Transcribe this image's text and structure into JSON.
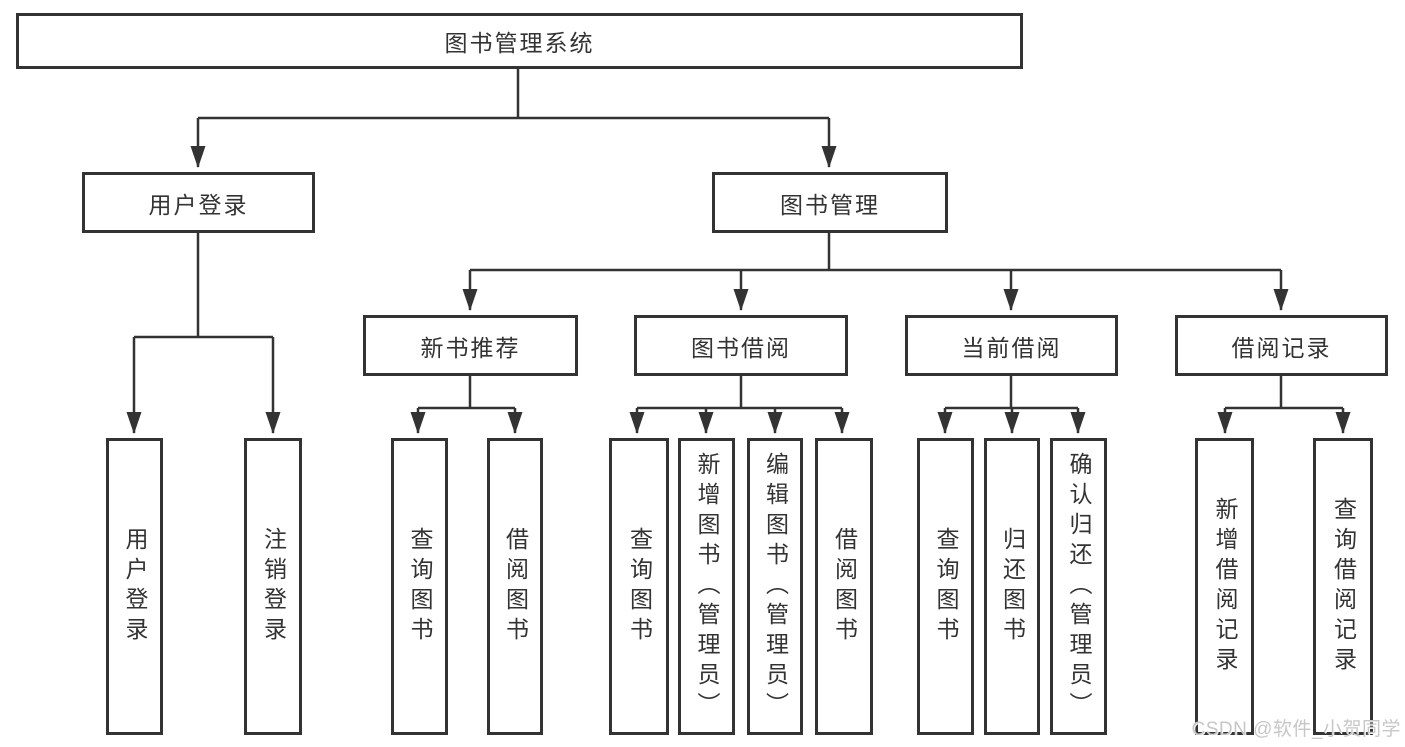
{
  "diagram": {
    "type": "hierarchy-tree",
    "tree": {
      "label": "图书管理系统",
      "children": [
        {
          "label": "用户登录",
          "children": [
            {
              "label": "用户登录"
            },
            {
              "label": "注销登录"
            }
          ]
        },
        {
          "label": "图书管理",
          "children": [
            {
              "label": "新书推荐",
              "children": [
                {
                  "label": "查询图书"
                },
                {
                  "label": "借阅图书"
                }
              ]
            },
            {
              "label": "图书借阅",
              "children": [
                {
                  "label": "查询图书"
                },
                {
                  "label": "新增图书（管理员）"
                },
                {
                  "label": "编辑图书（管理员）"
                },
                {
                  "label": "借阅图书"
                }
              ]
            },
            {
              "label": "当前借阅",
              "children": [
                {
                  "label": "查询图书"
                },
                {
                  "label": "归还图书"
                },
                {
                  "label": "确认归还（管理员）"
                }
              ]
            },
            {
              "label": "借阅记录",
              "children": [
                {
                  "label": "新增借阅记录"
                },
                {
                  "label": "查询借阅记录"
                }
              ]
            }
          ]
        }
      ]
    },
    "colors": {
      "line": "#333333",
      "text": "#333333",
      "box_border": "#333333",
      "box_background": "#ffffff",
      "page_background": "#ffffff",
      "watermark": "#c7c7c7"
    }
  },
  "watermark": {
    "text": "CSDN @软件_小贺同学"
  }
}
